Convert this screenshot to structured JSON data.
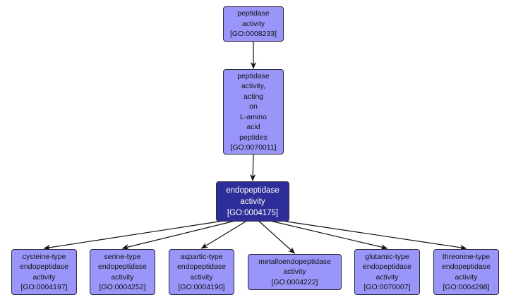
{
  "diagram": {
    "title": "GO term ancestry graph",
    "colors": {
      "node_fill": "#9a95f9",
      "focus_fill": "#2e2e9a",
      "border": "#2a2a3a",
      "edge": "#111111"
    },
    "nodes": [
      {
        "id": "n0008233",
        "lines": [
          "peptidase",
          "activity",
          "[GO:0008233]"
        ],
        "go_id": "GO:0008233",
        "focus": false
      },
      {
        "id": "n0070011",
        "lines": [
          "peptidase",
          "activity,",
          "acting",
          "on",
          "L-amino",
          "acid",
          "peptides",
          "[GO:0070011]"
        ],
        "go_id": "GO:0070011",
        "focus": false
      },
      {
        "id": "n0004175",
        "lines": [
          "endopeptidase",
          "activity",
          "[GO:0004175]"
        ],
        "go_id": "GO:0004175",
        "focus": true
      },
      {
        "id": "n0004197",
        "lines": [
          "cysteine-type",
          "endopeptidase",
          "activity",
          "[GO:0004197]"
        ],
        "go_id": "GO:0004197",
        "focus": false
      },
      {
        "id": "n0004252",
        "lines": [
          "serine-type",
          "endopeptidase",
          "activity",
          "[GO:0004252]"
        ],
        "go_id": "GO:0004252",
        "focus": false
      },
      {
        "id": "n0004190",
        "lines": [
          "aspartic-type",
          "endopeptidase",
          "activity",
          "[GO:0004190]"
        ],
        "go_id": "GO:0004190",
        "focus": false
      },
      {
        "id": "n0004222",
        "lines": [
          "metalloendopeptidase",
          "activity",
          "[GO:0004222]"
        ],
        "go_id": "GO:0004222",
        "focus": false
      },
      {
        "id": "n0070007",
        "lines": [
          "glutamic-type",
          "endopeptidase",
          "activity",
          "[GO:0070007]"
        ],
        "go_id": "GO:0070007",
        "focus": false
      },
      {
        "id": "n0004298",
        "lines": [
          "threonine-type",
          "endopeptidase",
          "activity",
          "[GO:0004298]"
        ],
        "go_id": "GO:0004298",
        "focus": false
      }
    ],
    "edges": [
      {
        "from": "n0008233",
        "to": "n0070011"
      },
      {
        "from": "n0070011",
        "to": "n0004175"
      },
      {
        "from": "n0004175",
        "to": "n0004197"
      },
      {
        "from": "n0004175",
        "to": "n0004252"
      },
      {
        "from": "n0004175",
        "to": "n0004190"
      },
      {
        "from": "n0004175",
        "to": "n0004222"
      },
      {
        "from": "n0004175",
        "to": "n0070007"
      },
      {
        "from": "n0004175",
        "to": "n0004298"
      }
    ]
  }
}
